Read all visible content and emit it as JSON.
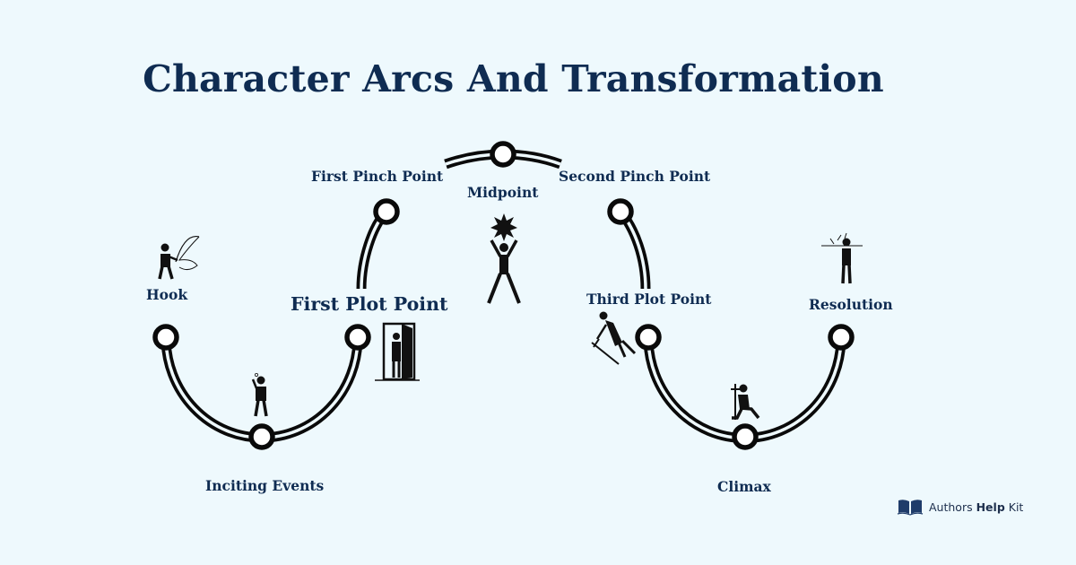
{
  "title": "Character Arcs And Transformation",
  "stages": {
    "hook": "Hook",
    "inciting": "Inciting Events",
    "first_plot_point": "First Plot Point",
    "first_pinch": "First Pinch Point",
    "midpoint": "Midpoint",
    "second_pinch": "Second Pinch Point",
    "third_plot_point": "Third Plot Point",
    "climax": "Climax",
    "resolution": "Resolution"
  },
  "brand": {
    "prefix": "Authors",
    "bold": "Help",
    "suffix": "Kit"
  },
  "colors": {
    "background": "#eef9fd",
    "text": "#0f2c52",
    "track": "#0a0a0a"
  }
}
